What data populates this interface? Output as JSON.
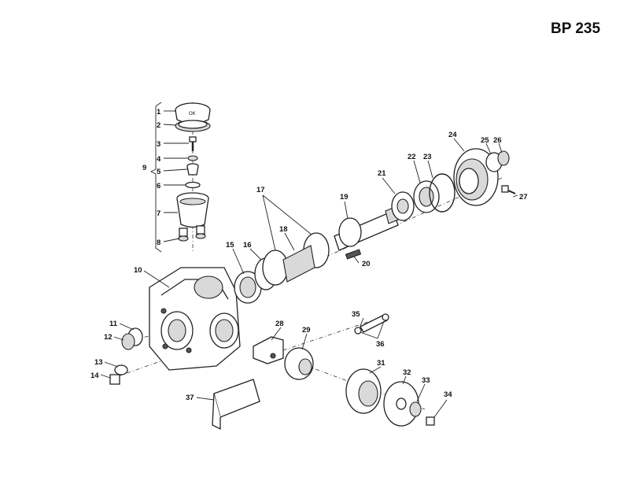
{
  "title": "BP 235",
  "labels": {
    "1": "1",
    "2": "2",
    "3": "3",
    "4": "4",
    "5": "5",
    "6": "6",
    "7": "7",
    "8": "8",
    "9": "9",
    "10": "10",
    "11": "11",
    "12": "12",
    "13": "13",
    "14": "14",
    "15": "15",
    "16": "16",
    "17": "17",
    "18": "18",
    "19": "19",
    "20": "20",
    "21": "21",
    "22": "22",
    "23": "23",
    "24": "24",
    "25": "25",
    "26": "26",
    "27": "27",
    "28": "28",
    "29": "29",
    "31": "31",
    "32": "32",
    "33": "33",
    "34": "34",
    "35": "35",
    "36": "36",
    "37": "37"
  }
}
